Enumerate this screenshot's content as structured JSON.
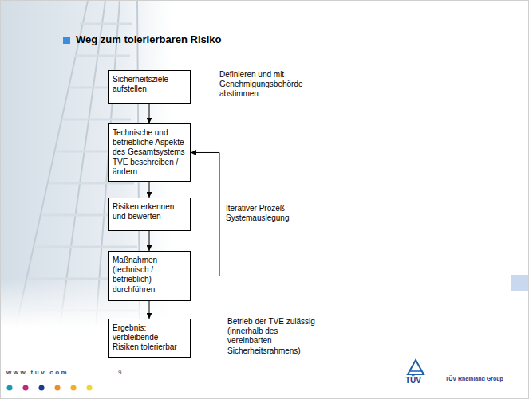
{
  "diagram": {
    "title": "Weg zum tolerierbaren Risiko",
    "nodes": [
      {
        "text": [
          "Sicherheitsziele aufstellen"
        ]
      },
      {
        "text": [
          "Technische und betriebliche Aspekte des Gesamtsystems TVE beschreiben / ändern"
        ]
      },
      {
        "text": [
          "Risiken erkennen und bewerten"
        ]
      },
      {
        "text": [
          "Maßnahmen (technisch / betrieblich) durchführen"
        ]
      },
      {
        "text": [
          "Ergebnis: verbleibende Risiken tolerierbar"
        ]
      }
    ],
    "edges": [
      {
        "from": 0,
        "to": 1,
        "arrow": "to"
      },
      {
        "from": 1,
        "to": 2,
        "arrow": "to"
      },
      {
        "from": 2,
        "to": 3,
        "arrow": "to"
      },
      {
        "from": 3,
        "to": 4,
        "arrow": "to"
      },
      {
        "from": 3,
        "to": 1,
        "arrow": "to"
      }
    ],
    "labels": [
      "Definieren und mit Genehmigungsbehörde abstimmen",
      "Iterativer Prozeß Systemauslegung",
      "Betrieb der TVE zulässig (innerhalb des vereinbarten Sicherheitsrahmens)",
      "www.tuv.com",
      "9",
      "TÜV",
      "TÜV Rheinland Group"
    ]
  }
}
